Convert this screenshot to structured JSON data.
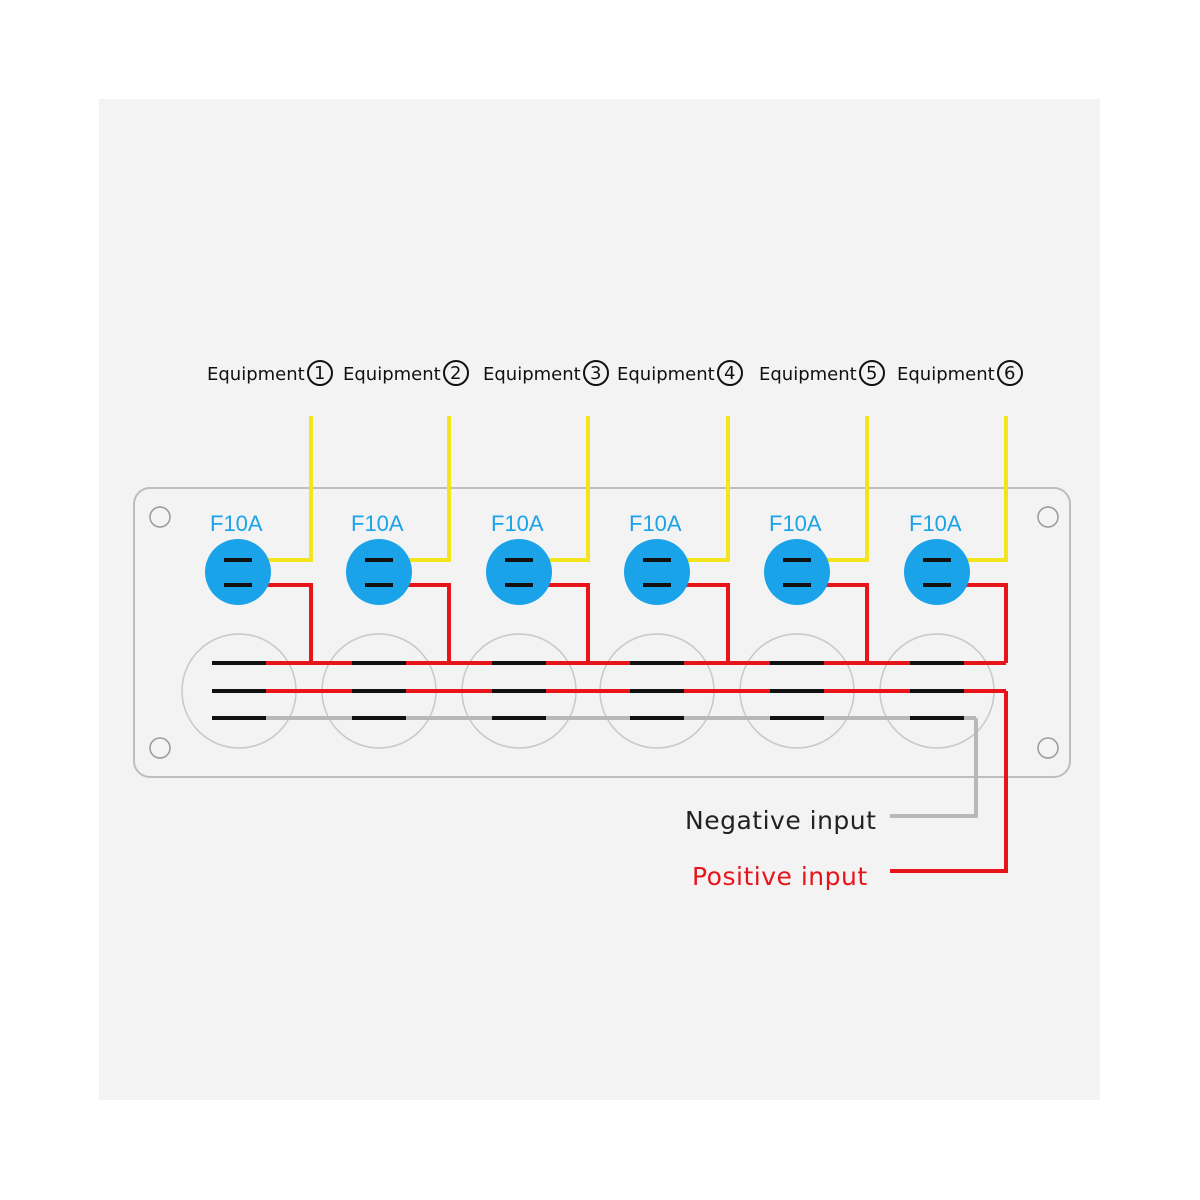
{
  "equipment": [
    {
      "label": "Equipment",
      "number": "1"
    },
    {
      "label": "Equipment",
      "number": "2"
    },
    {
      "label": "Equipment",
      "number": "3"
    },
    {
      "label": "Equipment",
      "number": "4"
    },
    {
      "label": "Equipment",
      "number": "5"
    },
    {
      "label": "Equipment",
      "number": "6"
    }
  ],
  "fuses": [
    "F10A",
    "F10A",
    "F10A",
    "F10A",
    "F10A",
    "F10A"
  ],
  "inputs": {
    "negative": "Negative input",
    "positive": "Positive input"
  },
  "colors": {
    "background": "#f3f3f3",
    "panel_outline": "#bdbdbd",
    "fuse": "#1aa3e8",
    "fuse_label": "#1aa3e8",
    "equipment_wire": "#f2e41f",
    "positive_wire": "#e8141a",
    "negative_wire": "#b8b8b8",
    "terminal": "#111111",
    "negative_label": "#222222",
    "positive_label": "#e8141a"
  }
}
